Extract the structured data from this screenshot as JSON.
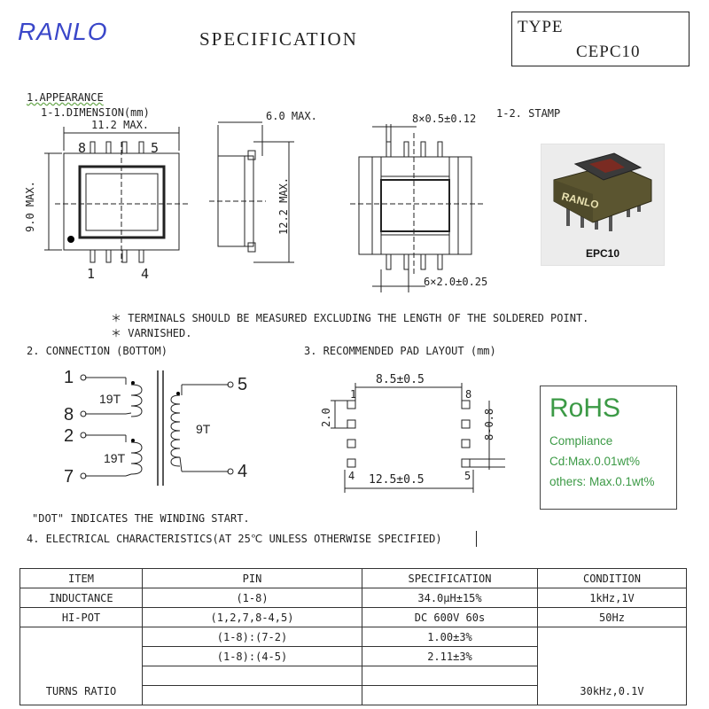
{
  "header": {
    "logo": "RANLO",
    "title": "SPECIFICATION",
    "type_label": "TYPE",
    "type_value": "CEPC10"
  },
  "appearance": {
    "heading": "1.APPEARANCE",
    "dimension_heading": "1-1.DIMENSION(mm)",
    "dim_width": "11.2 MAX.",
    "dim_height": "9.0 MAX.",
    "dim_side_width": "6.0 MAX.",
    "dim_side_height": "12.2 MAX.",
    "dim_pin_top": "8×0.5±0.12",
    "dim_pin_bottom": "6×2.0±0.25",
    "pin_8": "8",
    "pin_5": "5",
    "pin_1": "1",
    "pin_4": "4",
    "stamp_heading": "1-2. STAMP",
    "stamp_mark": "RANLO",
    "stamp_label": "EPC10",
    "note_1": "＊ TERMINALS SHOULD BE MEASURED EXCLUDING THE LENGTH OF THE SOLDERED POINT.",
    "note_2": "＊ VARNISHED."
  },
  "connection": {
    "heading": "2. CONNECTION (BOTTOM)",
    "pins": {
      "p1": "1",
      "p8": "8",
      "p2": "2",
      "p7": "7",
      "p5": "5",
      "p4": "4"
    },
    "turns_a": "19T",
    "turns_b": "19T",
    "turns_c": "9T",
    "dot_note": "\"DOT\" INDICATES THE WINDING START."
  },
  "pad_layout": {
    "heading": "3. RECOMMENDED PAD LAYOUT (mm)",
    "dim_top": "8.5±0.5",
    "dim_bottom": "12.5±0.5",
    "dim_left": "2.0",
    "dim_right": "8-0.8",
    "pin_1": "1",
    "pin_8": "8",
    "pin_4": "4",
    "pin_5": "5"
  },
  "rohs": {
    "title": "RoHS",
    "line1": "Compliance",
    "line2": "Cd:Max.0.01wt%",
    "line3": "others: Max.0.1wt%",
    "color": "#3c9a46"
  },
  "electrical": {
    "heading": "4. ELECTRICAL CHARACTERISTICS(AT 25℃ UNLESS OTHERWISE SPECIFIED)",
    "columns": [
      "ITEM",
      "PIN",
      "SPECIFICATION",
      "CONDITION"
    ],
    "rows": [
      {
        "item": "INDUCTANCE",
        "pin": "(1-8)",
        "spec": "34.0μH±15%",
        "cond": "1kHz,1V"
      },
      {
        "item": "HI-POT",
        "pin": "(1,2,7,8-4,5)",
        "spec": "DC 600V  60s",
        "cond": "50Hz"
      }
    ],
    "turns_ratio": {
      "item": "TURNS RATIO",
      "cond": "30kHz,0.1V",
      "rows": [
        {
          "pin": "(1-8):(7-2)",
          "spec": "1.00±3%"
        },
        {
          "pin": "(1-8):(4-5)",
          "spec": "2.11±3%"
        },
        {
          "pin": "",
          "spec": ""
        }
      ]
    }
  }
}
